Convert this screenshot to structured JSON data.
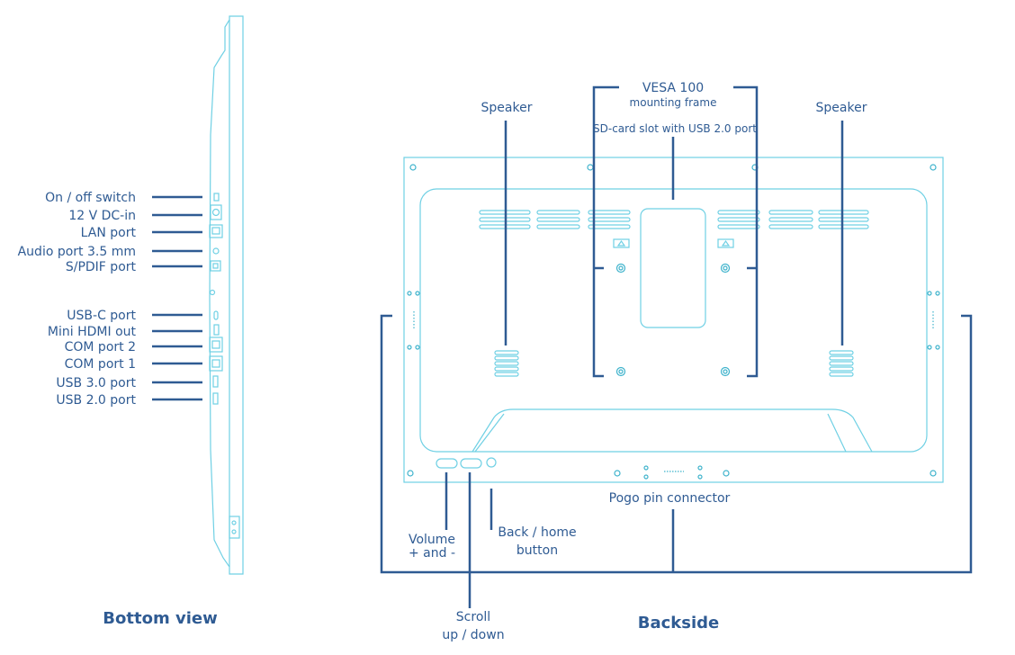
{
  "bottom_view": {
    "title": "Bottom view",
    "ports": [
      "On / off switch",
      "12 V DC-in",
      "LAN port",
      "Audio port 3.5 mm",
      "S/PDIF port",
      "USB-C port",
      "Mini HDMI out",
      "COM port 2",
      "COM port 1",
      "USB 3.0 port",
      "USB 2.0 port"
    ]
  },
  "backside": {
    "title": "Backside",
    "vesa_line1": "VESA 100",
    "vesa_line2": "mounting frame",
    "sd_card": "SD-card slot with USB 2.0 port",
    "speaker_left": "Speaker",
    "speaker_right": "Speaker",
    "pogo": "Pogo pin connector",
    "volume_line1": "Volume",
    "volume_line2": "+ and -",
    "back_line1": "Back / home",
    "back_line2": "button",
    "scroll_line1": "Scroll",
    "scroll_line2": "up / down"
  },
  "colors": {
    "device_outline": "#6fd0e4",
    "label_text": "#2f5b93",
    "leader_lines": "#2f5b93"
  }
}
